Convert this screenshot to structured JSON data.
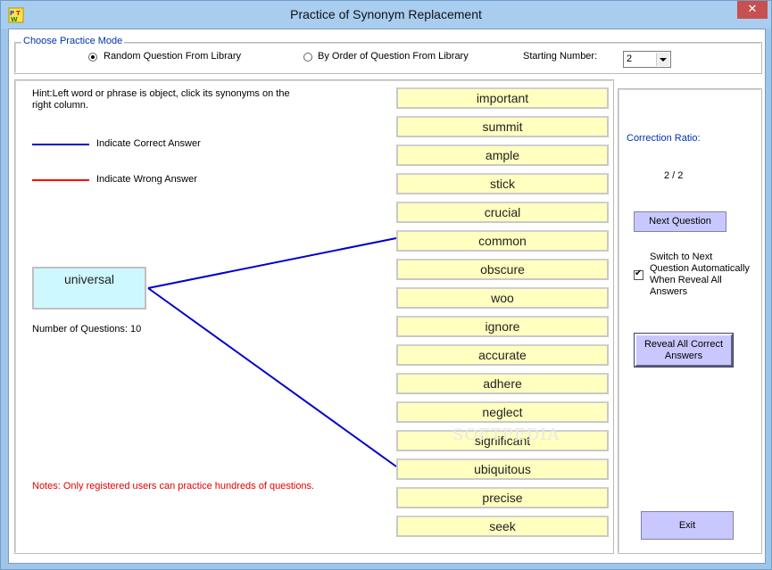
{
  "window": {
    "title": "Practice of Synonym Replacement",
    "close_glyph": "✕"
  },
  "mode": {
    "legend": "Choose Practice Mode",
    "random_label": "Random Question From Library",
    "order_label": "By Order of Question From Library",
    "selected": "random",
    "starting_number_label": "Starting Number:",
    "starting_number_value": "2"
  },
  "hint": {
    "text": "Hint:Left word or phrase is object, click its synonyms on the right column.",
    "correct_legend": "Indicate Correct Answer",
    "wrong_legend": "Indicate Wrong Answer",
    "correct_color": "#0000cc",
    "wrong_color": "#ff0000"
  },
  "question": {
    "object_word": "universal",
    "count_text": "Number of Questions: 10",
    "note": "Notes: Only registered users can practice hundreds of questions."
  },
  "choices": [
    "important",
    "summit",
    "ample",
    "stick",
    "crucial",
    "common",
    "obscure",
    "woo",
    "ignore",
    "accurate",
    "adhere",
    "neglect",
    "significant",
    "ubiquitous",
    "precise",
    "seek"
  ],
  "correct_links": [
    "common",
    "ubiquitous"
  ],
  "side": {
    "ratio_label": "Correction Ratio:",
    "ratio_value": "2  /  2",
    "next_button": "Next Question",
    "auto_switch_label": "Switch to Next Question Automatically When Reveal All Answers",
    "auto_switch_checked": true,
    "reveal_button": "Reveal All Correct Answers",
    "exit_button": "Exit"
  },
  "watermark": "SOFTPEDIA",
  "icons": {
    "app": "app-logo-icon",
    "close": "close-icon",
    "dropdown": "chevron-down-icon",
    "check": "checkmark-icon"
  }
}
